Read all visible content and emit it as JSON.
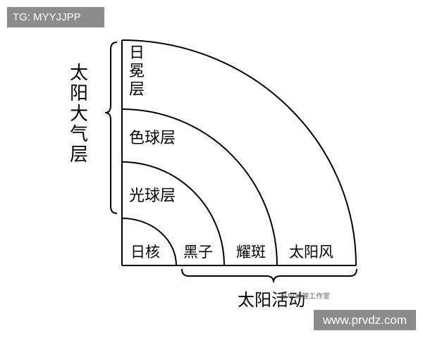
{
  "badges": {
    "top_left": "TG: MYYJJPP",
    "bottom_right": "www.prvdz.com"
  },
  "diagram": {
    "atmosphere_label": "太阳大气层",
    "layers": {
      "corona": "日冕层",
      "chromosphere": "色球层",
      "photosphere": "光球层",
      "core": "日核"
    },
    "activities": {
      "sunspot": "黑子",
      "flare": "耀斑",
      "solar_wind": "太阳风"
    },
    "activity_label": "太阳活动",
    "watermark": "高中地理工作室"
  },
  "colors": {
    "line": "#000000",
    "badge_bg": "#8c8c8c",
    "badge_text": "#ffffff"
  }
}
